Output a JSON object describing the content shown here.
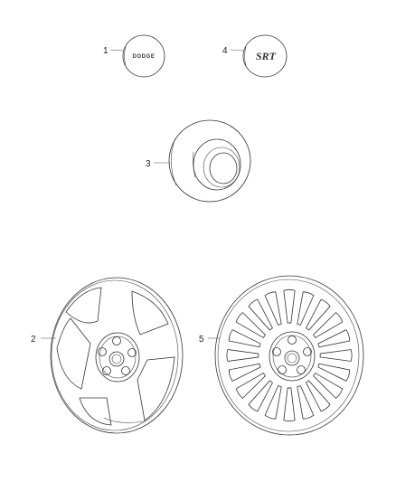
{
  "diagram": {
    "callouts": {
      "c1": "1",
      "c2": "2",
      "c3": "3",
      "c4": "4",
      "c5": "5"
    },
    "parts": {
      "p1": {
        "logo_text": "DODGE",
        "icon": "center-cap-dodge-icon"
      },
      "p2": {
        "icon": "five-spoke-wheel-cover-icon"
      },
      "p3": {
        "icon": "hub-cap-cup-icon"
      },
      "p4": {
        "logo_text": "SRT",
        "icon": "center-cap-srt-icon"
      },
      "p5": {
        "icon": "multi-spoke-wheel-cover-icon"
      }
    }
  }
}
